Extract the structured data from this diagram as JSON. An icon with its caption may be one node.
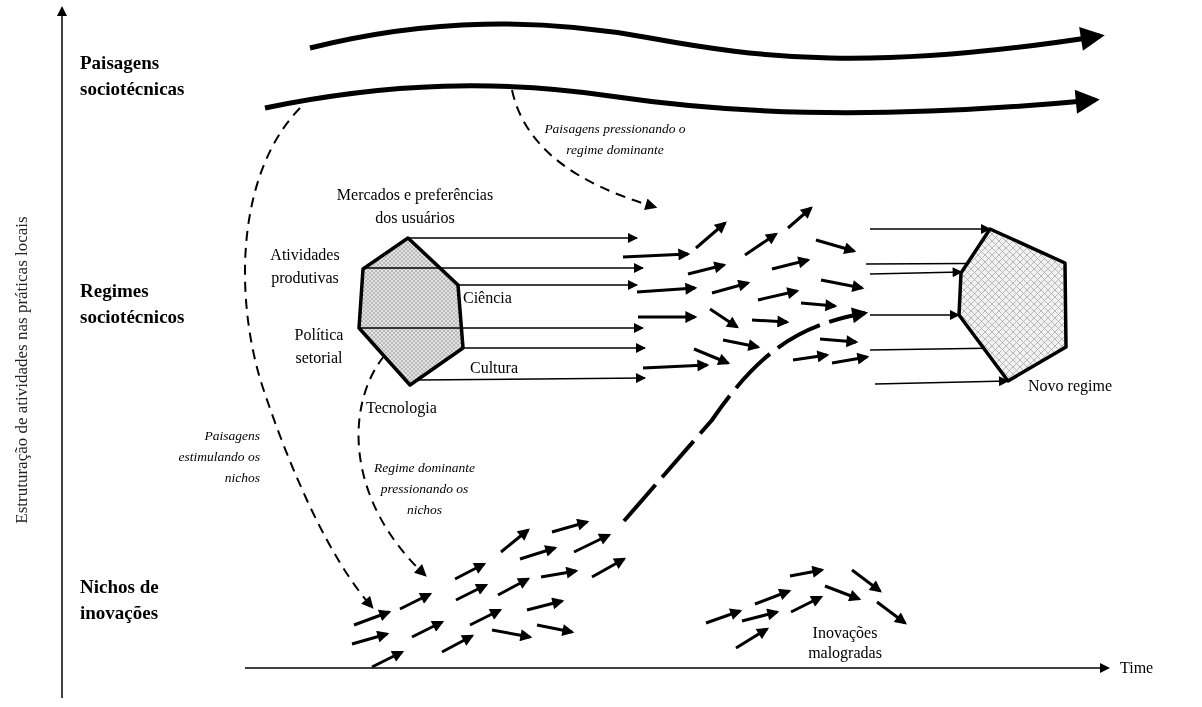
{
  "diagram": {
    "nodes": [
      {
        "text": [],
        "shape": "hexagon",
        "beside": [
          "Mercados e preferências dos usuários",
          "Atividades produtivas",
          "Ciência",
          "Política setorial",
          "Cultura",
          "Tecnologia"
        ]
      },
      {
        "text": [],
        "shape": "hexagon",
        "beside": [
          "Novo regime"
        ]
      }
    ],
    "edges": [
      {
        "from": 0,
        "to": null,
        "arrow": "to"
      },
      {
        "from": 0,
        "to": null,
        "arrow": "to"
      },
      {
        "from": 0,
        "to": null,
        "arrow": "to"
      },
      {
        "from": 0,
        "to": null,
        "arrow": "to"
      },
      {
        "from": 0,
        "to": null,
        "arrow": "to"
      },
      {
        "from": 0,
        "to": null,
        "arrow": "to"
      },
      {
        "from": null,
        "to": 1,
        "arrow": "to"
      },
      {
        "from": null,
        "to": 1,
        "arrow": "to"
      },
      {
        "from": null,
        "to": 1,
        "arrow": "to"
      },
      {
        "from": null,
        "to": 1,
        "arrow": "to"
      },
      {
        "from": null,
        "to": 1,
        "arrow": "to"
      },
      {
        "from": null,
        "to": 1,
        "arrow": "to"
      },
      {
        "from": 0,
        "to": null,
        "arrow": "to",
        "style": "dashed"
      }
    ],
    "labels": [
      "Estruturação de atividades nas práticas locais",
      "Paisagens sociotécnicas",
      "Paisagens pressionando o regime dominante",
      "Regimes sociotécnicos",
      "Paisagens estimulando os nichos",
      "Regime dominante pressionando os nichos",
      "Nichos de inovações",
      "Inovações malogradas",
      "Time"
    ]
  }
}
